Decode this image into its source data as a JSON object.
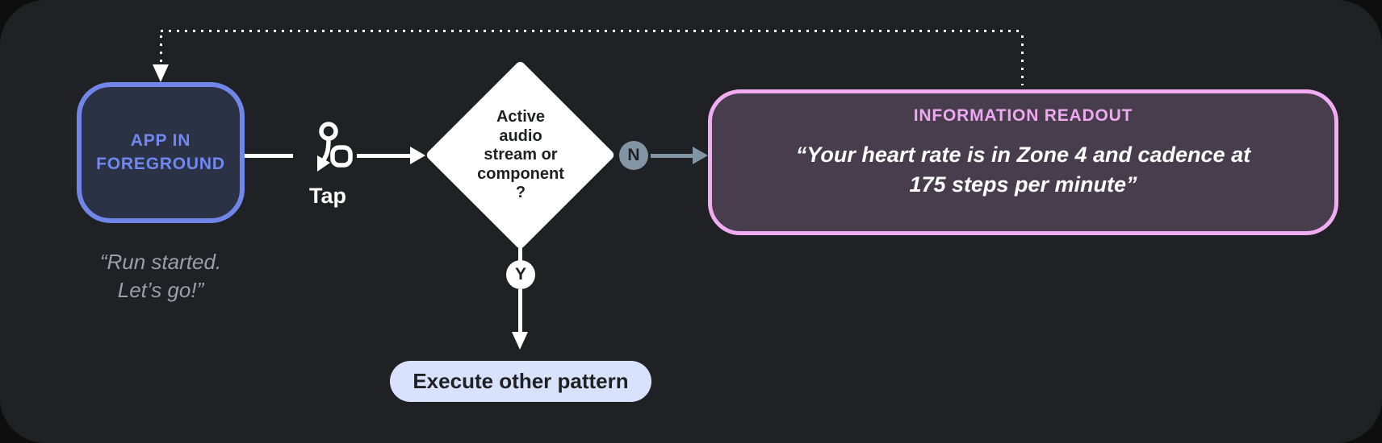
{
  "colors": {
    "outer_bg": "#0e0e0f",
    "card_bg": "#202124",
    "app_border": "#7086e8",
    "app_bg": "#2b3245",
    "app_text": "#7089f0",
    "caption_text": "#9aa0a6",
    "connector_white": "#ffffff",
    "diamond_bg": "#ffffff",
    "diamond_text": "#1f2022",
    "no_branch_gray": "#8295a4",
    "readout_border": "#f2acf4",
    "readout_title": "#eea9f0",
    "readout_bg": "#483d4d",
    "readout_text": "#ffffff",
    "pill_bg": "#d8e2fc",
    "pill_text": "#1f2022"
  },
  "flow": {
    "app_state": {
      "label": "APP IN\nFOREGROUND",
      "caption": "“Run started.\nLet’s go!”"
    },
    "tap": {
      "label": "Tap",
      "icon": "tap-gesture-icon"
    },
    "decision": {
      "label": "Active\naudio\nstream or\ncomponent\n?"
    },
    "branches": {
      "no": "N",
      "yes": "Y"
    },
    "readout": {
      "title": "INFORMATION READOUT",
      "quote": "“Your heart rate is in Zone 4 and cadence at\n175 steps per minute”"
    },
    "outcome": {
      "label": "Execute other pattern"
    }
  }
}
